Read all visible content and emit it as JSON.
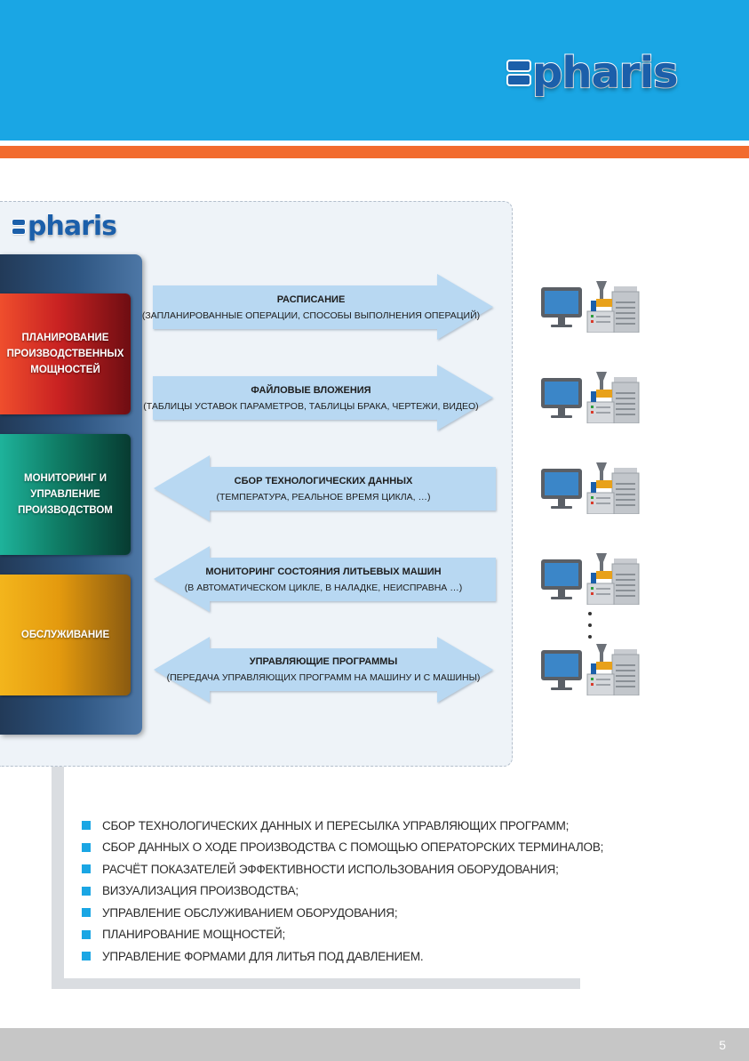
{
  "brand": {
    "logo_text": "pharis"
  },
  "modules": [
    {
      "label": "ПЛАНИРОВАНИЕ ПРОИЗВОДСТВЕННЫХ МОЩНОСТЕЙ",
      "color": "#d8301f"
    },
    {
      "label": "МОНИТОРИНГ И УПРАВЛЕНИЕ ПРОИЗВОДСТВОМ",
      "color": "#0f7b64"
    },
    {
      "label": "ОБСЛУЖИВАНИЕ",
      "color": "#e49a0e"
    }
  ],
  "flows": [
    {
      "title": "РАСПИСАНИЕ",
      "detail": "(ЗАПЛАНИРОВАННЫЕ ОПЕРАЦИИ, СПОСОБЫ ВЫПОЛНЕНИЯ ОПЕРАЦИЙ)",
      "direction": "right"
    },
    {
      "title": "ФАЙЛОВЫЕ ВЛОЖЕНИЯ",
      "detail": "(ТАБЛИЦЫ УСТАВОК ПАРАМЕТРОВ, ТАБЛИЦЫ БРАКА, ЧЕРТЕЖИ, ВИДЕО)",
      "direction": "right"
    },
    {
      "title": "СБОР ТЕХНОЛОГИЧЕСКИХ ДАННЫХ",
      "detail": "(ТЕМПЕРАТУРА, РЕАЛЬНОЕ ВРЕМЯ ЦИКЛА, …)",
      "direction": "left"
    },
    {
      "title": "МОНИТОРИНГ СОСТОЯНИЯ ЛИТЬЕВЫХ МАШИН",
      "detail": "(В АВТОМАТИЧЕСКОМ ЦИКЛЕ, В НАЛАДКЕ, НЕИСПРАВНА …)",
      "direction": "left"
    },
    {
      "title": "УПРАВЛЯЮЩИЕ ПРОГРАММЫ",
      "detail": "(ПЕРЕДАЧА УПРАВЛЯЮЩИХ ПРОГРАММ НА МАШИНУ И С МАШИНЫ)",
      "direction": "both"
    }
  ],
  "machine_icon": "computer-and-injection-molding-machine-icon",
  "bullets": [
    "СБОР ТЕХНОЛОГИЧЕСКИХ ДАННЫХ И ПЕРЕСЫЛКА УПРАВЛЯЮЩИХ ПРОГРАММ;",
    "СБОР ДАННЫХ О ХОДЕ ПРОИЗВОДСТВА С ПОМОЩЬЮ ОПЕРАТОРСКИХ ТЕРМИНАЛОВ;",
    "РАСЧЁТ ПОКАЗАТЕЛЕЙ ЭФФЕКТИВНОСТИ ИСПОЛЬЗОВАНИЯ ОБОРУДОВАНИЯ;",
    "ВИЗУАЛИЗАЦИЯ ПРОИЗВОДСТВА;",
    "УПРАВЛЕНИЕ ОБСЛУЖИВАНИЕМ ОБОРУДОВАНИЯ;",
    "ПЛАНИРОВАНИЕ МОЩНОСТЕЙ;",
    "УПРАВЛЕНИЕ ФОРМАМИ ДЛЯ ЛИТЬЯ ПОД ДАВЛЕНИЕМ."
  ],
  "page_number": "5",
  "colors": {
    "header": "#1aa6e4",
    "accent": "#f26b2e",
    "arrow": "#b8d8f2",
    "logo": "#1b5faa"
  }
}
